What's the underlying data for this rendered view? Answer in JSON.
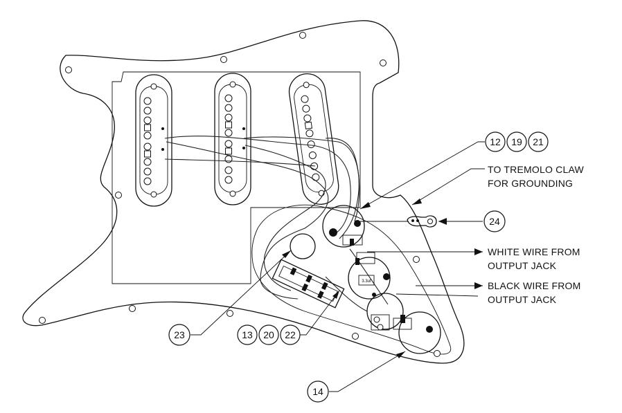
{
  "callouts": {
    "c12": "12",
    "c19": "19",
    "c21": "21",
    "c24": "24",
    "c23": "23",
    "c13": "13",
    "c20": "20",
    "c22": "22",
    "c14": "14"
  },
  "labels": {
    "tremolo_line1": "TO TREMOLO CLAW",
    "tremolo_line2": "FOR GROUNDING",
    "white_line1": "WHITE WIRE FROM",
    "white_line2": "OUTPUT JACK",
    "black_line1": "BLACK WIRE FROM",
    "black_line2": "OUTPUT JACK"
  },
  "capacitor_marking": "3.3uf"
}
